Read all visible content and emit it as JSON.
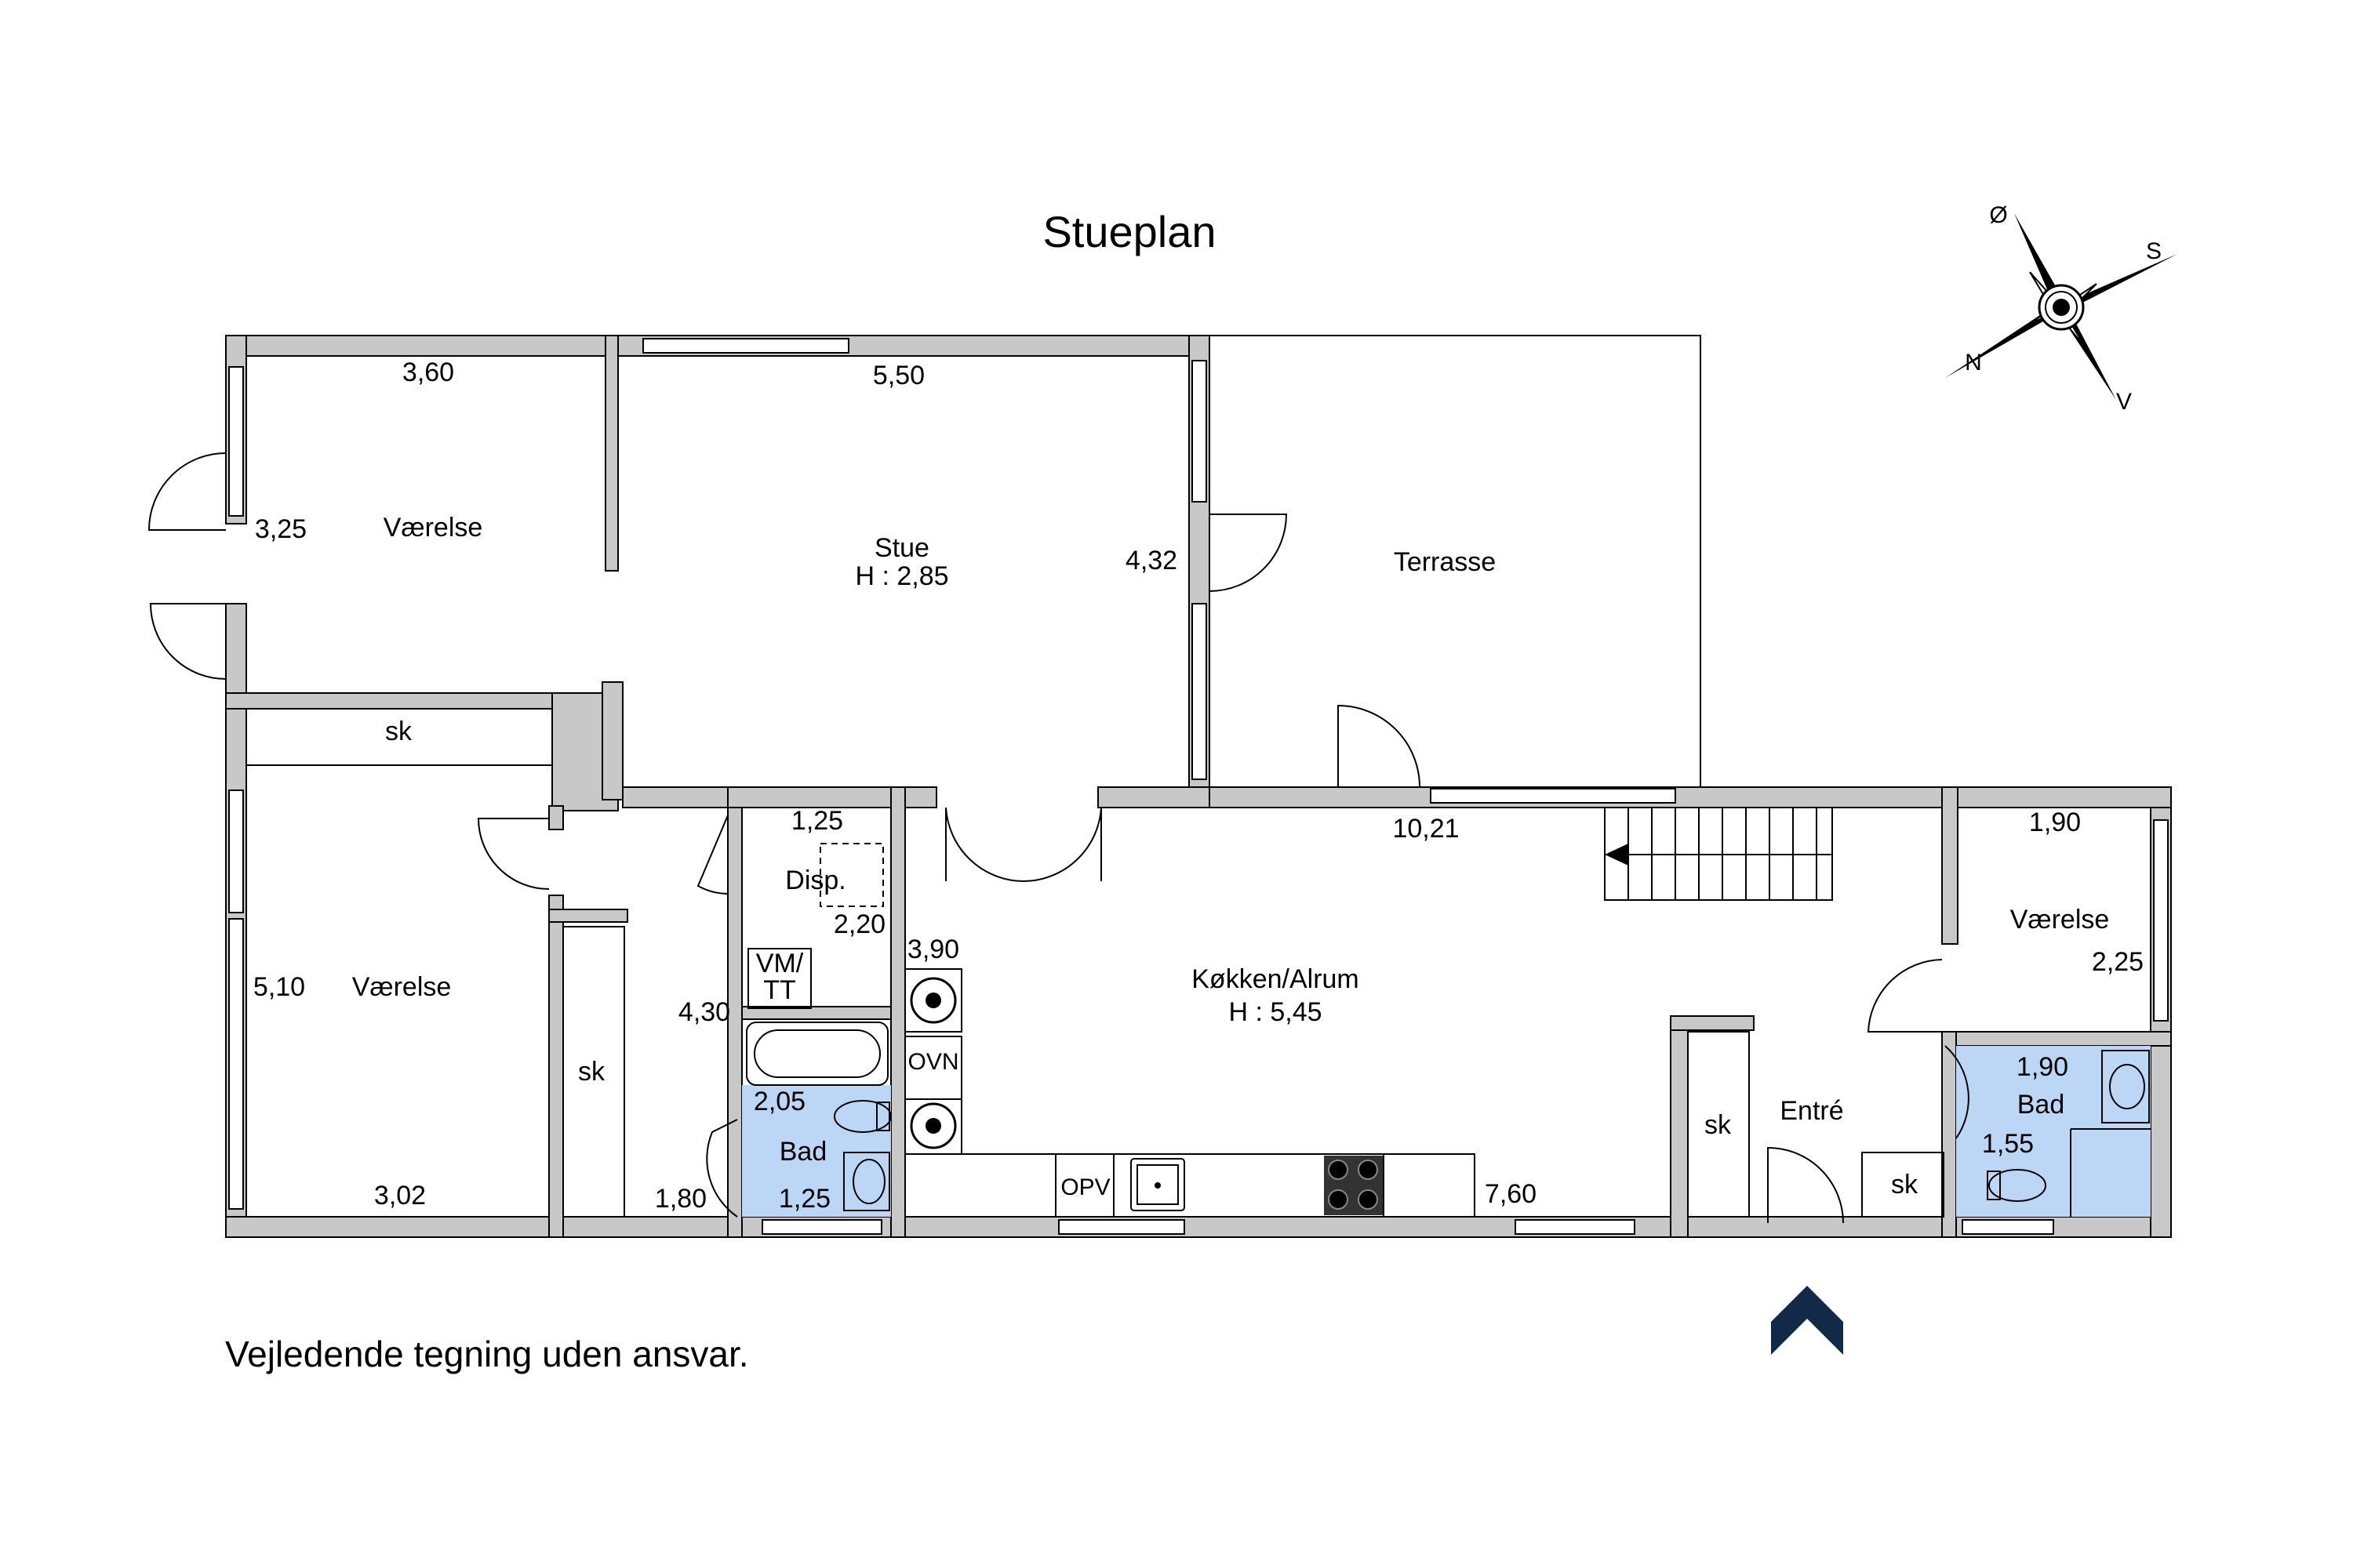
{
  "title": "Stueplan",
  "disclaimer": "Vejledende tegning uden ansvar.",
  "compass": {
    "n": "N",
    "s": "S",
    "oe": "Ø",
    "v": "V"
  },
  "rooms": {
    "vaerelse1": "Værelse",
    "stue": "Stue",
    "stue_height": "H : 2,85",
    "terrasse": "Terrasse",
    "sk1": "sk",
    "vaerelse2": "Værelse",
    "sk2": "sk",
    "disp": "Disp.",
    "vmtt_1": "VM/",
    "vmtt_2": "TT",
    "bad1": "Bad",
    "ovn": "OVN",
    "opv": "OPV",
    "koekken": "Køkken/Alrum",
    "koekken_height": "H : 5,45",
    "entre": "Entré",
    "sk3": "sk",
    "sk4": "sk",
    "vaerelse3": "Værelse",
    "bad2": "Bad"
  },
  "dimensions": {
    "v1_w": "3,60",
    "v1_h": "3,25",
    "stue_w": "5,50",
    "stue_h": "4,32",
    "v2_h": "5,10",
    "v2_w": "3,02",
    "hall_h": "4,30",
    "hall_w": "1,80",
    "disp_w": "1,25",
    "disp_h": "2,20",
    "bad1_h": "2,05",
    "bad1_w": "1,25",
    "kitchen_w": "3,90",
    "terrace_w": "10,21",
    "bottom_w": "7,60",
    "v3_w": "1,90",
    "v3_h": "2,25",
    "bad2_w": "1,90",
    "bad2_h": "1,55"
  },
  "colors": {
    "wall": "#c8c8c8",
    "bathroom": "#bcd7f5",
    "entrance_arrow": "#13294a"
  }
}
